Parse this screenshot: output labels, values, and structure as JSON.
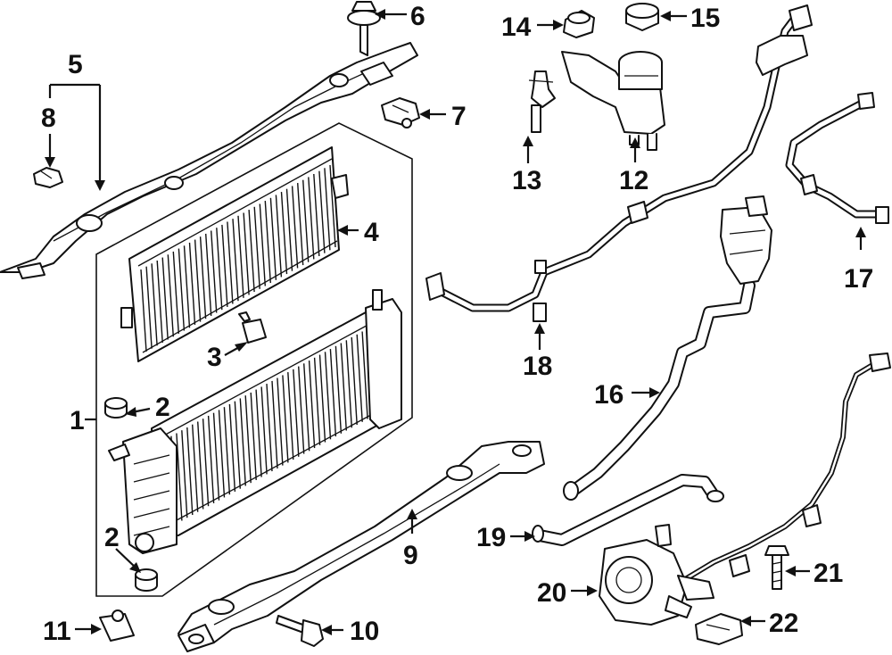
{
  "callouts": {
    "c1": "1",
    "c2a": "2",
    "c2b": "2",
    "c3": "3",
    "c4": "4",
    "c5": "5",
    "c6": "6",
    "c7": "7",
    "c8": "8",
    "c9": "9",
    "c10": "10",
    "c11": "11",
    "c12": "12",
    "c13": "13",
    "c14": "14",
    "c15": "15",
    "c16": "16",
    "c17": "17",
    "c18": "18",
    "c19": "19",
    "c20": "20",
    "c21": "21",
    "c22": "22"
  }
}
